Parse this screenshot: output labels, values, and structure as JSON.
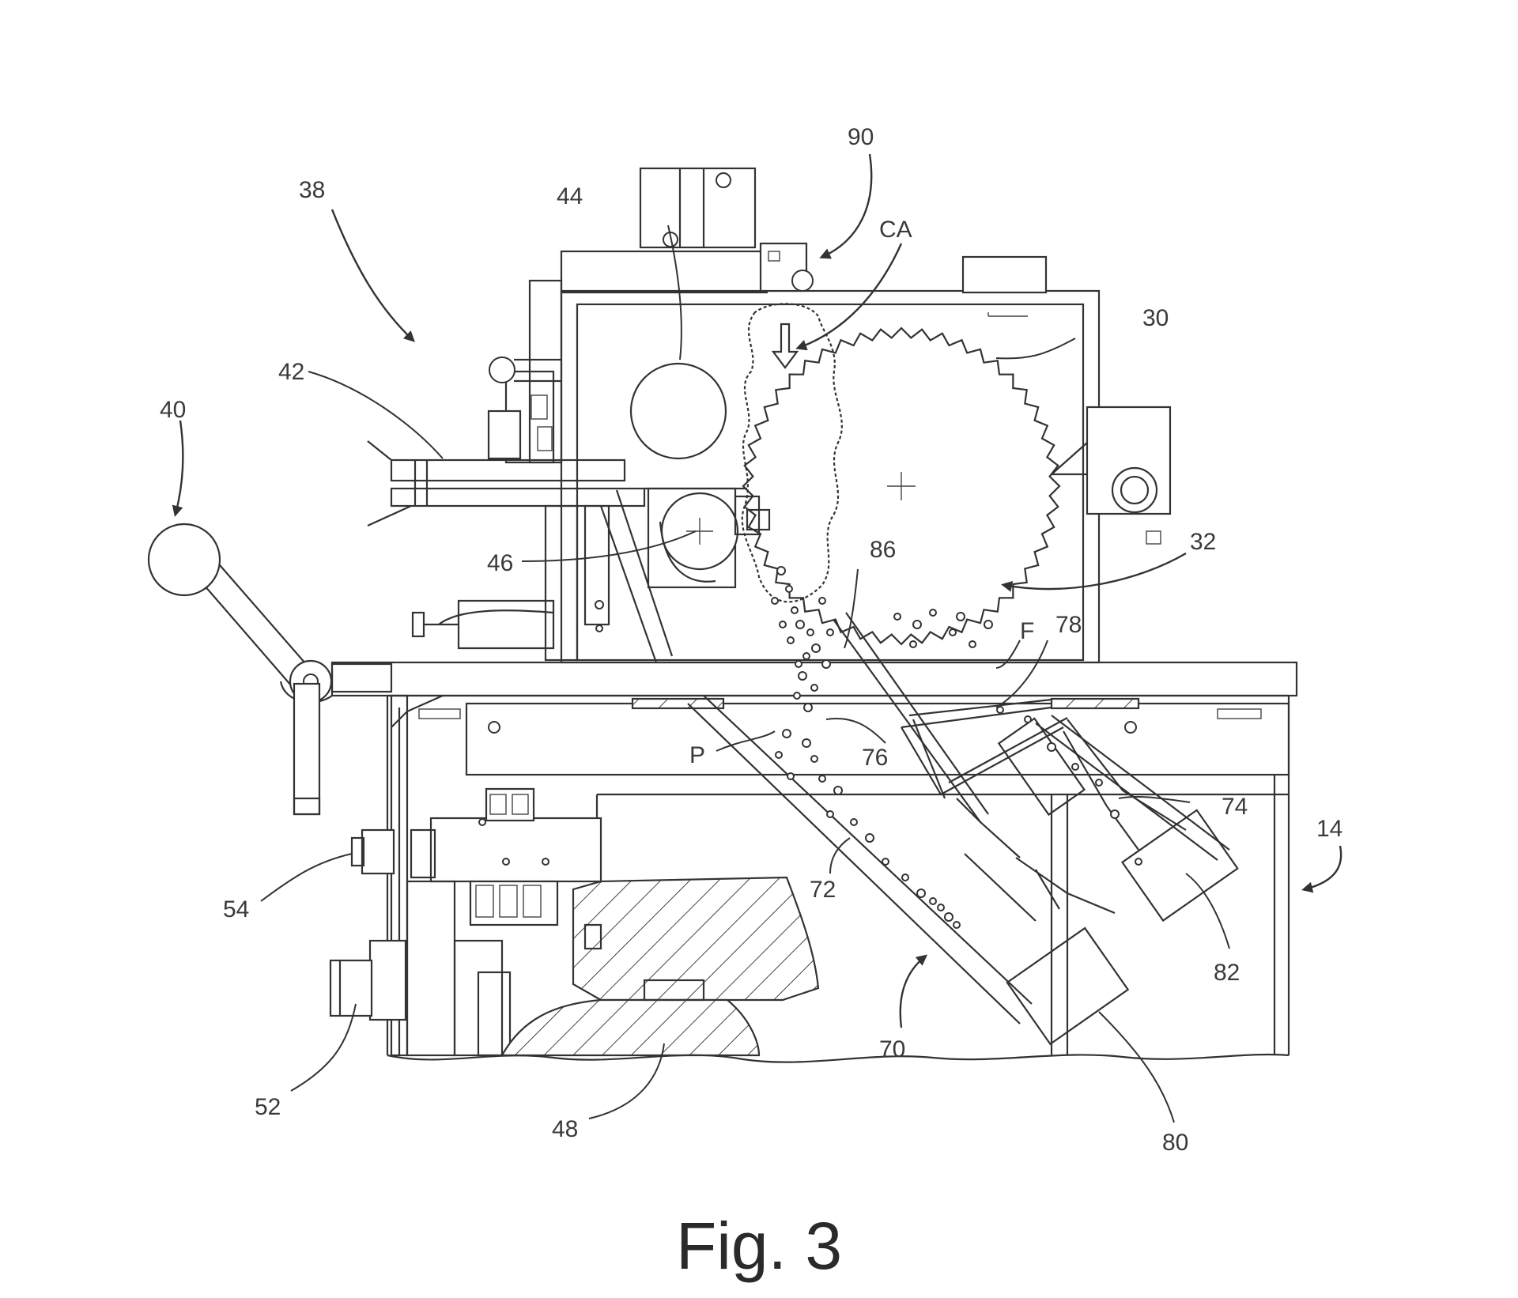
{
  "caption": "Fig. 3",
  "labels": {
    "l90": "90",
    "l38": "38",
    "l44": "44",
    "lCA": "CA",
    "l30": "30",
    "l42": "42",
    "l40": "40",
    "l46": "46",
    "l86": "86",
    "l32": "32",
    "lF": "F",
    "l78": "78",
    "lP": "P",
    "l76": "76",
    "l74": "74",
    "l14": "14",
    "l72": "72",
    "l54": "54",
    "l82": "82",
    "l70": "70",
    "l52": "52",
    "l48": "48",
    "l80": "80"
  }
}
